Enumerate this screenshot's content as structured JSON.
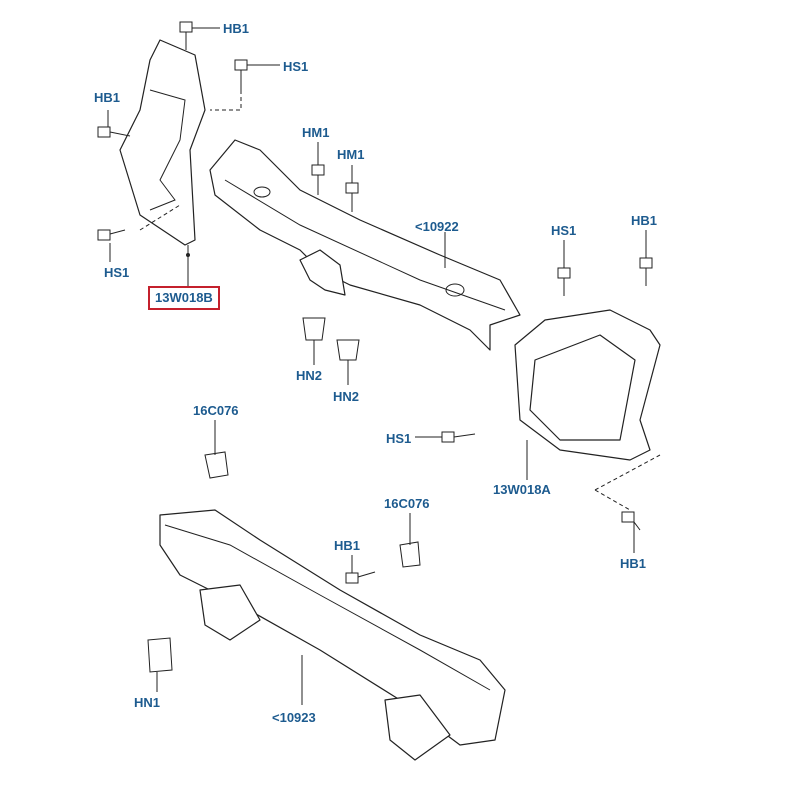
{
  "diagram": {
    "callouts": {
      "hb1_top": "HB1",
      "hs1_top": "HS1",
      "hb1_left": "HB1",
      "hm1_a": "HM1",
      "hm1_b": "HM1",
      "hs1_left": "HS1",
      "bracket_left": "13W018B",
      "support_upper": "<10922",
      "hs1_right": "HS1",
      "hb1_right": "HB1",
      "hn2_a": "HN2",
      "hn2_b": "HN2",
      "clip_left": "16C076",
      "hs1_mid": "HS1",
      "bracket_right": "13W018A",
      "clip_right": "16C076",
      "hb1_mid": "HB1",
      "hb1_lower_right": "HB1",
      "hn1": "HN1",
      "beam_lower": "<10923"
    },
    "colors": {
      "label": "#1d5b8f",
      "highlight_box": "#c4202c"
    }
  }
}
